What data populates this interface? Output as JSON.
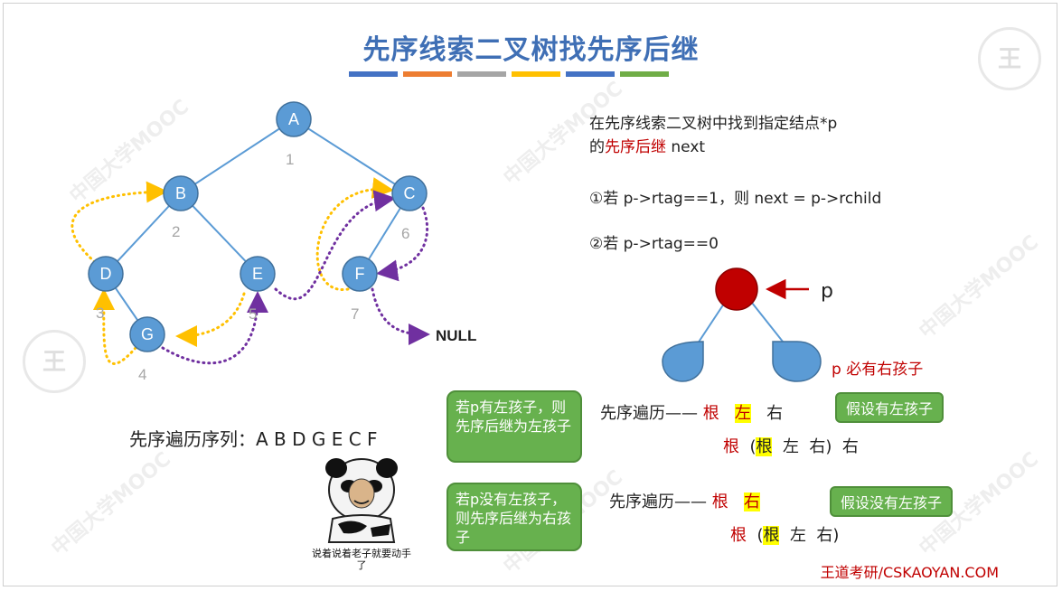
{
  "title": "先序线索二叉树找先序后继",
  "title_bar_colors": [
    "#4472c4",
    "#ed7d31",
    "#a5a5a5",
    "#ffc000",
    "#4472c4",
    "#70ad47"
  ],
  "colors": {
    "node": "#5b9bd5",
    "edge": "#5b9bd5",
    "thread_yellow": "#ffc000",
    "thread_purple": "#7030a0",
    "red_node": "#c00000",
    "callout_green": "#67b14e",
    "highlight": "#ffff00"
  },
  "tree": {
    "nodes": [
      "A",
      "B",
      "C",
      "D",
      "E",
      "F",
      "G"
    ],
    "order_numbers": [
      "1",
      "2",
      "6",
      "3",
      "5",
      "7",
      "4"
    ],
    "null_label": "NULL"
  },
  "traversal": {
    "label": "先序遍历序列：",
    "sequence": "A B D G E C F"
  },
  "right": {
    "intro_1": "在先序线索二叉树中找到指定结点*p",
    "intro_2_prefix": "的",
    "intro_2_red": "先序后继",
    "intro_2_suffix": " next",
    "case1": "①若 p->rtag==1，则 next = p->rchild",
    "case2": "②若 p->rtag==0",
    "p_label": "p",
    "has_right_child": "p 必有右孩子"
  },
  "case_left": {
    "callout": "若p有左孩子，则先序后继为左孩子",
    "row1_label": "先序遍历——",
    "row1": [
      "根",
      "左",
      "右"
    ],
    "row2": [
      "根",
      "(",
      "根",
      "左",
      "右",
      ")",
      "右"
    ],
    "tag": "假设有左孩子"
  },
  "case_no_left": {
    "callout": "若p没有左孩子，则先序后继为右孩子",
    "row1_label": "先序遍历——",
    "row1": [
      "根",
      "右"
    ],
    "row2": [
      "根",
      "(",
      "根",
      "左",
      "右",
      ")"
    ],
    "tag": "假设没有左孩子"
  },
  "meme_caption": "说着说着老子就要动手了",
  "footer": "王道考研/CSKAOYAN.COM"
}
